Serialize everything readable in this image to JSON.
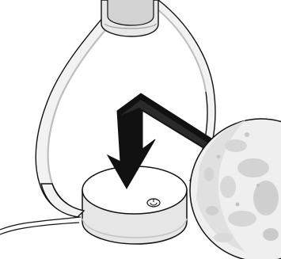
{
  "scene": {
    "description_kind": "product-illustration",
    "objects": [
      "moon-lamp-sphere",
      "lamp-base",
      "power-button",
      "support-ring",
      "power-cable",
      "direction-arrow"
    ],
    "colors": {
      "outline": "#111111",
      "ring_light": "#f2f2f2",
      "ring_shadow": "#b9b9b9",
      "base_top": "#ffffff",
      "base_side": "#e6e6e6",
      "arrow_fill": "#111111",
      "moon_light": "#f1f1f1",
      "moon_mid": "#dcdcdc",
      "moon_crater": "#c7c7c7"
    }
  }
}
